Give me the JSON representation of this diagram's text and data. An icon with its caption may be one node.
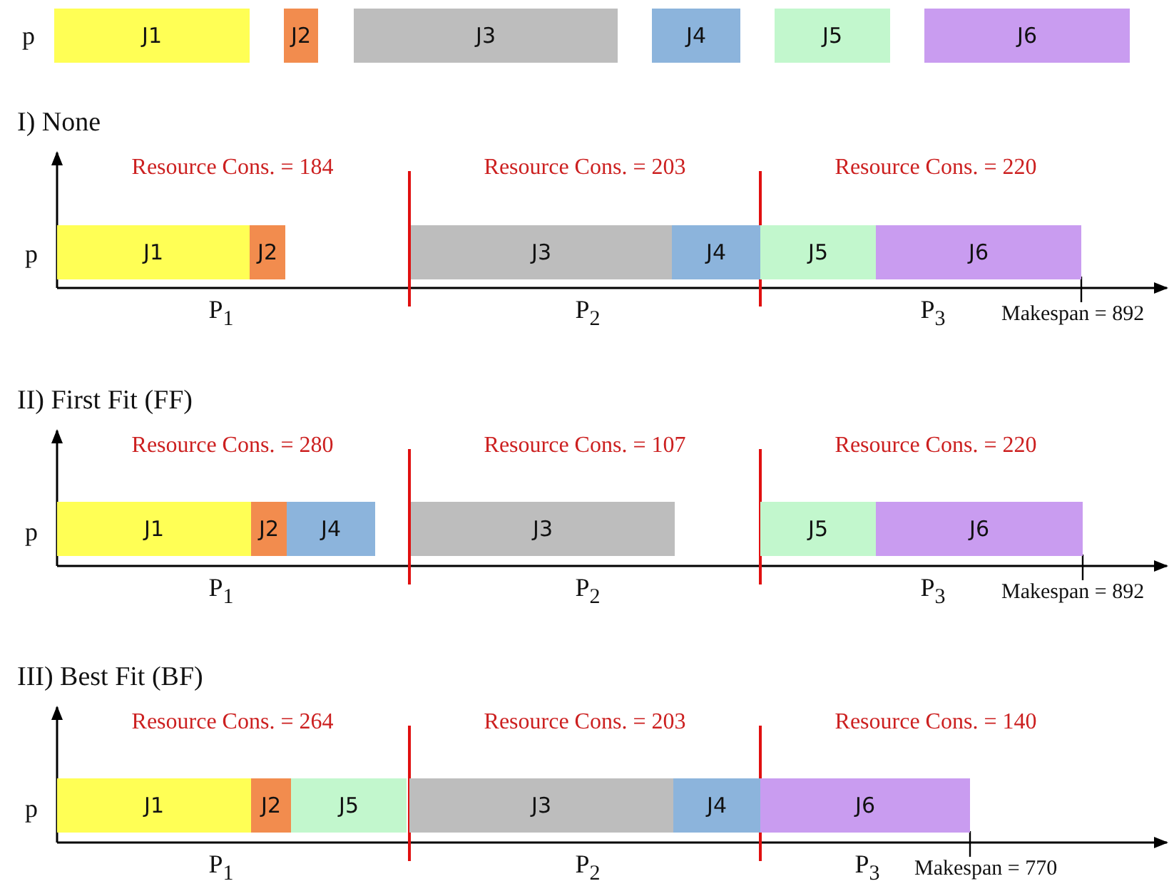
{
  "diagram": {
    "nodes": [
      {
        "text": [
          "J1"
        ]
      },
      {
        "text": [
          "J2"
        ]
      },
      {
        "text": [
          "J3"
        ]
      },
      {
        "text": [
          "J4"
        ]
      },
      {
        "text": [
          "J5"
        ]
      },
      {
        "text": [
          "J6"
        ]
      },
      {
        "text": [
          "J1"
        ]
      },
      {
        "text": [
          "J2"
        ]
      },
      {
        "text": [
          "J3"
        ]
      },
      {
        "text": [
          "J4"
        ]
      },
      {
        "text": [
          "J5"
        ]
      },
      {
        "text": [
          "J6"
        ]
      },
      {
        "text": [
          "J1"
        ]
      },
      {
        "text": [
          "J2"
        ]
      },
      {
        "text": [
          "J4"
        ]
      },
      {
        "text": [
          "J3"
        ]
      },
      {
        "text": [
          "J5"
        ]
      },
      {
        "text": [
          "J6"
        ]
      },
      {
        "text": [
          "J1"
        ]
      },
      {
        "text": [
          "J2"
        ]
      },
      {
        "text": [
          "J5"
        ]
      },
      {
        "text": [
          "J3"
        ]
      },
      {
        "text": [
          "J4"
        ]
      },
      {
        "text": [
          "J6"
        ]
      }
    ],
    "labels": [
      "p",
      "I) None",
      "Resource Cons. = 184",
      "Resource Cons. = 203",
      "Resource Cons. = 220",
      "p",
      "P$_{1}$",
      "P$_{2}$",
      "P$_{3}$",
      "Makespan = 892",
      "II) First Fit (FF)",
      "Resource Cons. = 280",
      "Resource Cons. = 107",
      "Resource Cons. = 220",
      "p",
      "P$_{1}$",
      "P$_{2}$",
      "P$_{3}$",
      "Makespan = 892",
      "III) Best Fit (BF)",
      "Resource Cons. = 264",
      "Resource Cons. = 203",
      "Resource Cons. = 140",
      "p",
      "P$_{1}$",
      "P$_{2}$",
      "P$_{3}$",
      "Makespan = 770"
    ]
  }
}
